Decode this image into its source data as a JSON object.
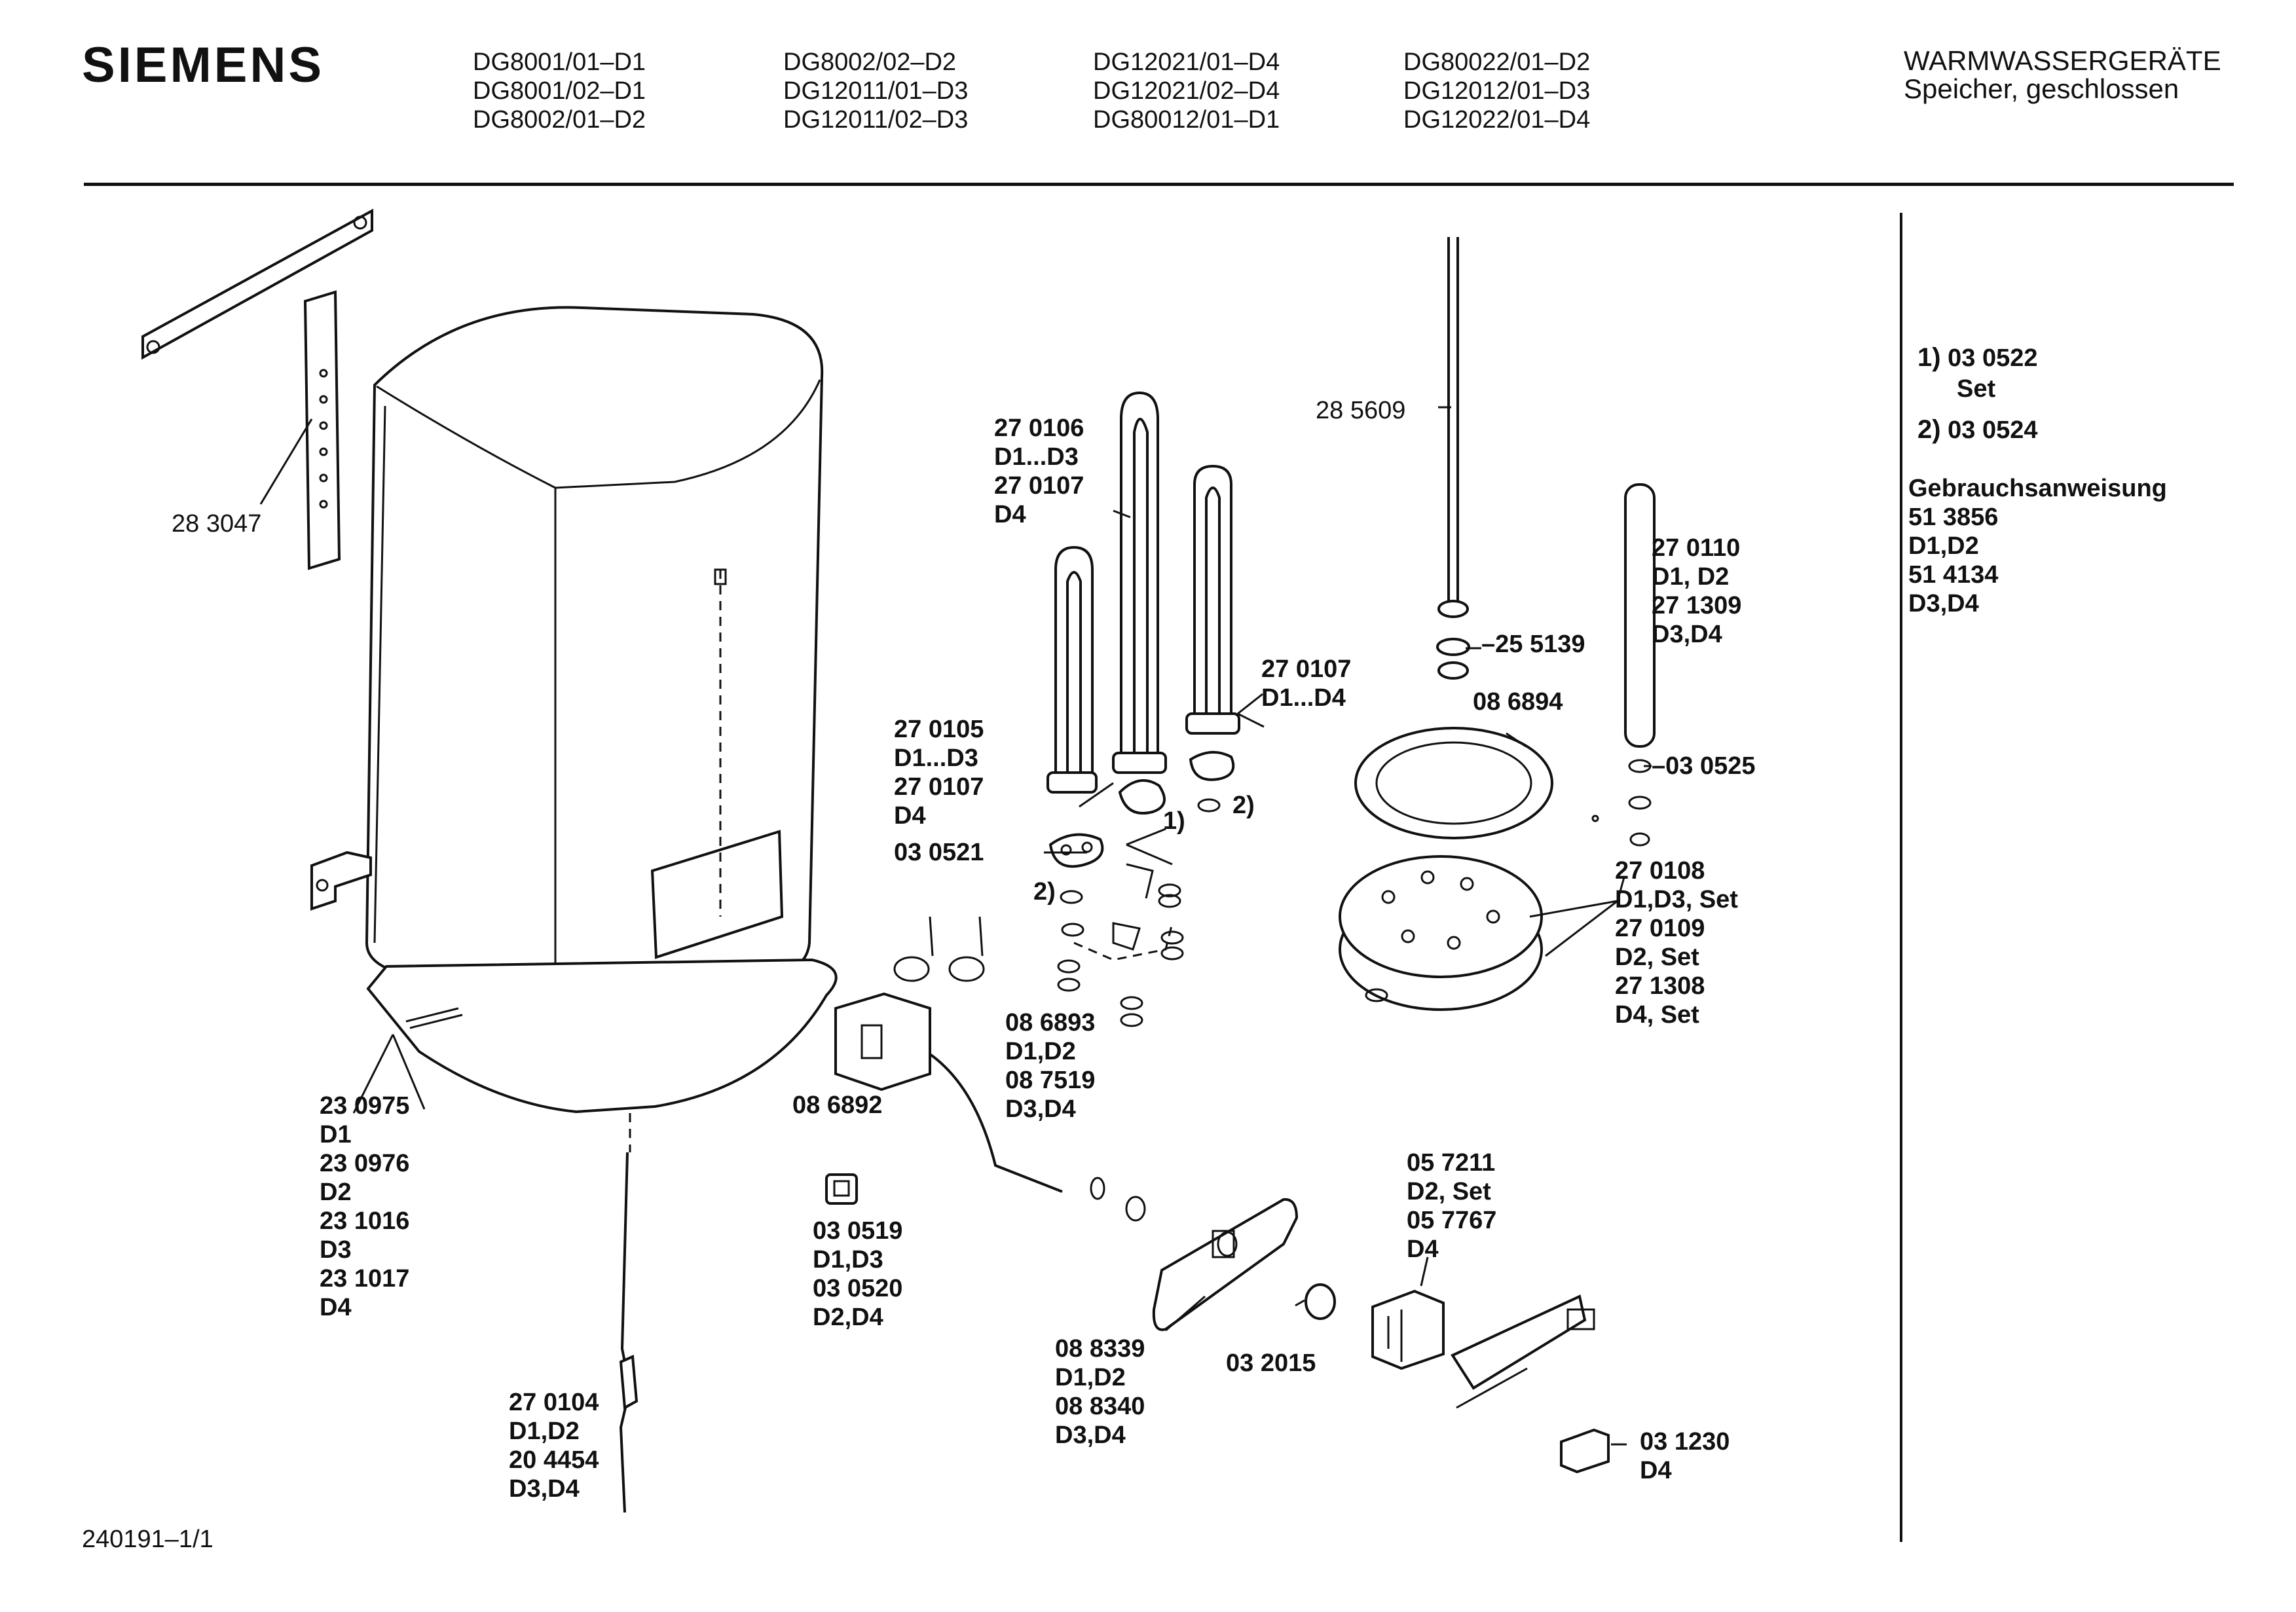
{
  "header": {
    "brand": "SIEMENS",
    "model_columns": [
      [
        "DG8001/01–D1",
        "DG8001/02–D1",
        "DG8002/01–D2"
      ],
      [
        "DG8002/02–D2",
        "DG12011/01–D3",
        "DG12011/02–D3"
      ],
      [
        "DG12021/01–D4",
        "DG12021/02–D4",
        "DG80012/01–D1"
      ],
      [
        "DG80022/01–D2",
        "DG12012/01–D3",
        "DG12022/01–D4"
      ]
    ],
    "category_title": "WARMWASSERGERÄTE",
    "category_subtitle": "Speicher, geschlossen"
  },
  "notes": {
    "n1_num": "1)",
    "n1_part": "03 0522",
    "n1_sub": "Set",
    "n2_num": "2)",
    "n2_part": "03 0524",
    "manual_heading": "Gebrauchsanweisung",
    "manual_lines": [
      "51 3856",
      "D1,D2",
      "51 4134",
      "D3,D4"
    ]
  },
  "labels": {
    "bracket": "28 3047",
    "anode_rod": "28 5609",
    "heater_a": [
      "27 0106",
      "D1...D3",
      "27 0107",
      "D4"
    ],
    "heater_b": [
      "27 0105",
      "D1...D3",
      "27 0107",
      "D4"
    ],
    "heater_c": [
      "27 0107",
      "D1...D4"
    ],
    "nut": "–25 5139",
    "gasket": "08 6894",
    "anode_b": [
      "27 0110",
      "D1, D2",
      "27 1309",
      "D3,D4"
    ],
    "washer": "–03 0525",
    "flange": [
      "27 0108",
      "D1,D3, Set",
      "27 0109",
      "D2, Set",
      "27 1308",
      "D4, Set"
    ],
    "seal_plate": "03 0521",
    "marker_1": "1)",
    "marker_2a": "2)",
    "marker_2b": "2)",
    "thermostat": "08 6892",
    "sensor": [
      "08 6893",
      "D1,D2",
      "08 7519",
      "D3,D4"
    ],
    "casing": [
      "23 0975",
      "D1",
      "23 0976",
      "D2",
      "23 1016",
      "D3",
      "23 1017",
      "D4"
    ],
    "lamp": [
      "03 0519",
      "D1,D3",
      "03 0520",
      "D2,D4"
    ],
    "panel": [
      "08 8339",
      "D1,D2",
      "08 8340",
      "D3,D4"
    ],
    "knob": "03 2015",
    "relay": [
      "05 7211",
      "D2, Set",
      "05 7767",
      "D4"
    ],
    "switch": "03 1230",
    "switch_sub": "D4",
    "cable": [
      "27 0104",
      "D1,D2",
      "20 4454",
      "D3,D4"
    ]
  },
  "footer": {
    "doc_id": "240191–1/1"
  }
}
